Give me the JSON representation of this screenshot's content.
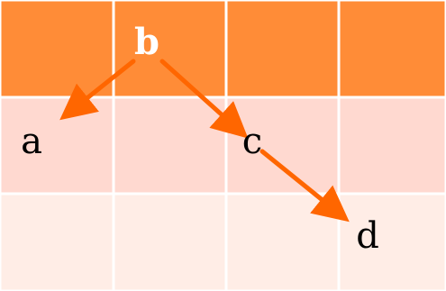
{
  "colors": {
    "row_header": "#ff8c37",
    "row_middle": "#ffd9d0",
    "row_bottom": "#ffede6",
    "grid_line": "#ffffff",
    "arrow": "#ff6600",
    "label_dark": "#000000",
    "label_light": "#ffffff"
  },
  "grid": {
    "rows": 3,
    "columns": 4
  },
  "nodes": [
    {
      "id": "b",
      "label": "b",
      "row": 0,
      "col": 1
    },
    {
      "id": "a",
      "label": "a",
      "row": 1,
      "col": 0
    },
    {
      "id": "c",
      "label": "c",
      "row": 1,
      "col": 2
    },
    {
      "id": "d",
      "label": "d",
      "row": 2,
      "col": 3
    }
  ],
  "edges": [
    {
      "from": "b",
      "to": "a"
    },
    {
      "from": "b",
      "to": "c"
    },
    {
      "from": "c",
      "to": "d"
    }
  ]
}
